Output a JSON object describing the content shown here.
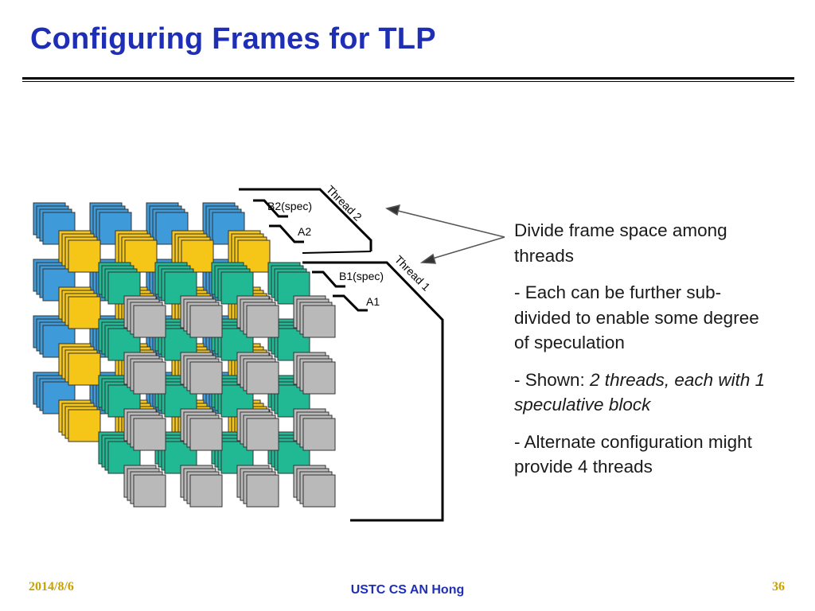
{
  "slide": {
    "title": "Configuring Frames for TLP"
  },
  "diagram": {
    "labels": {
      "b2_spec": "B2(spec)",
      "a2": "A2",
      "b1_spec": "B1(spec)",
      "a1": "A1",
      "thread2": "Thread 2",
      "thread1": "Thread 1"
    },
    "colors": {
      "blue": "#3e9ad8",
      "yellow": "#f5c518",
      "teal": "#21b894",
      "gray": "#b9b9b9"
    }
  },
  "annotations": {
    "divide": "Divide frame space among threads",
    "each_plain": "- Each can be further sub-divided to enable some degree of speculation",
    "shown_prefix": "- Shown: ",
    "shown_italic": "2 threads, each with 1 speculative block",
    "alternate": "- Alternate configuration might provide 4 threads"
  },
  "footer": {
    "date": "2014/8/6",
    "center": "USTC CS AN Hong",
    "page": "36"
  }
}
